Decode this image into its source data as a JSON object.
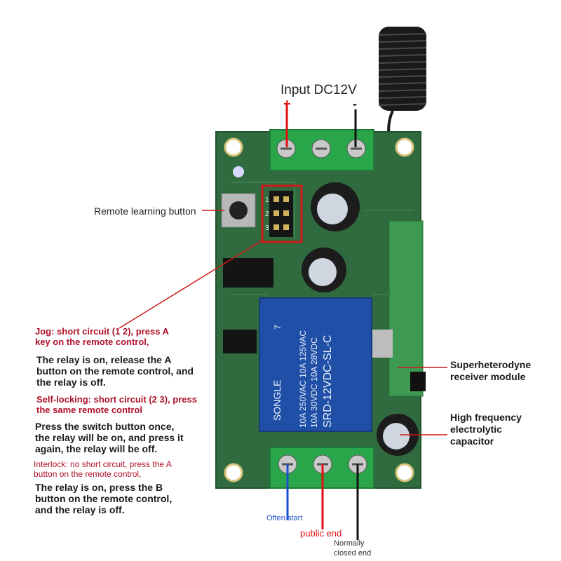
{
  "power": {
    "title": "Input DC12V",
    "plus": "+",
    "minus": "-"
  },
  "left_labels": {
    "learning": "Remote learning button",
    "jog_1": "Jog: short circuit (1 2), press A",
    "jog_2": "key on the remote control,",
    "jog_desc_1": "The relay is on, release the A",
    "jog_desc_2": "button on the remote control, and",
    "jog_desc_3": "the relay is off.",
    "self_1": "Self-locking: short circuit (2 3), press",
    "self_2": "the same remote control",
    "self_desc_1": "Press the switch button once,",
    "self_desc_2": "the relay will be on, and press it",
    "self_desc_3": "again, the relay will be off.",
    "inter_1": "Interlock: no short circuit, press the A",
    "inter_2": "button on the remote control,",
    "inter_desc_1": "The relay is on, press the B",
    "inter_desc_2": "button on the remote control,",
    "inter_desc_3": "and the relay is off."
  },
  "right_labels": {
    "receiver_1": "Superheterodyne",
    "receiver_2": "receiver module",
    "cap_1": "High frequency",
    "cap_2": "electrolytic",
    "cap_3": "capacitor"
  },
  "bottom_labels": {
    "often": "Often start",
    "public": "public end",
    "normally_1": "Normally",
    "normally_2": "closed end"
  },
  "pcb": {
    "header_pins": [
      "1",
      "2",
      "3"
    ],
    "relay_brand": "SONGLE",
    "relay_lines": [
      "10A 250VAC  10A 125VAC",
      "10A 30VDC  10A 28VDC",
      "SRD-12VDC-SL-C"
    ],
    "relay_mark": "7"
  },
  "colors": {
    "board": "#2f6b3e",
    "terminal": "#2aa64a",
    "relay": "#1f4fa6",
    "callout_red": "#d01818",
    "plus_wire": "#e01010",
    "often_wire": "#1a4fd0"
  }
}
